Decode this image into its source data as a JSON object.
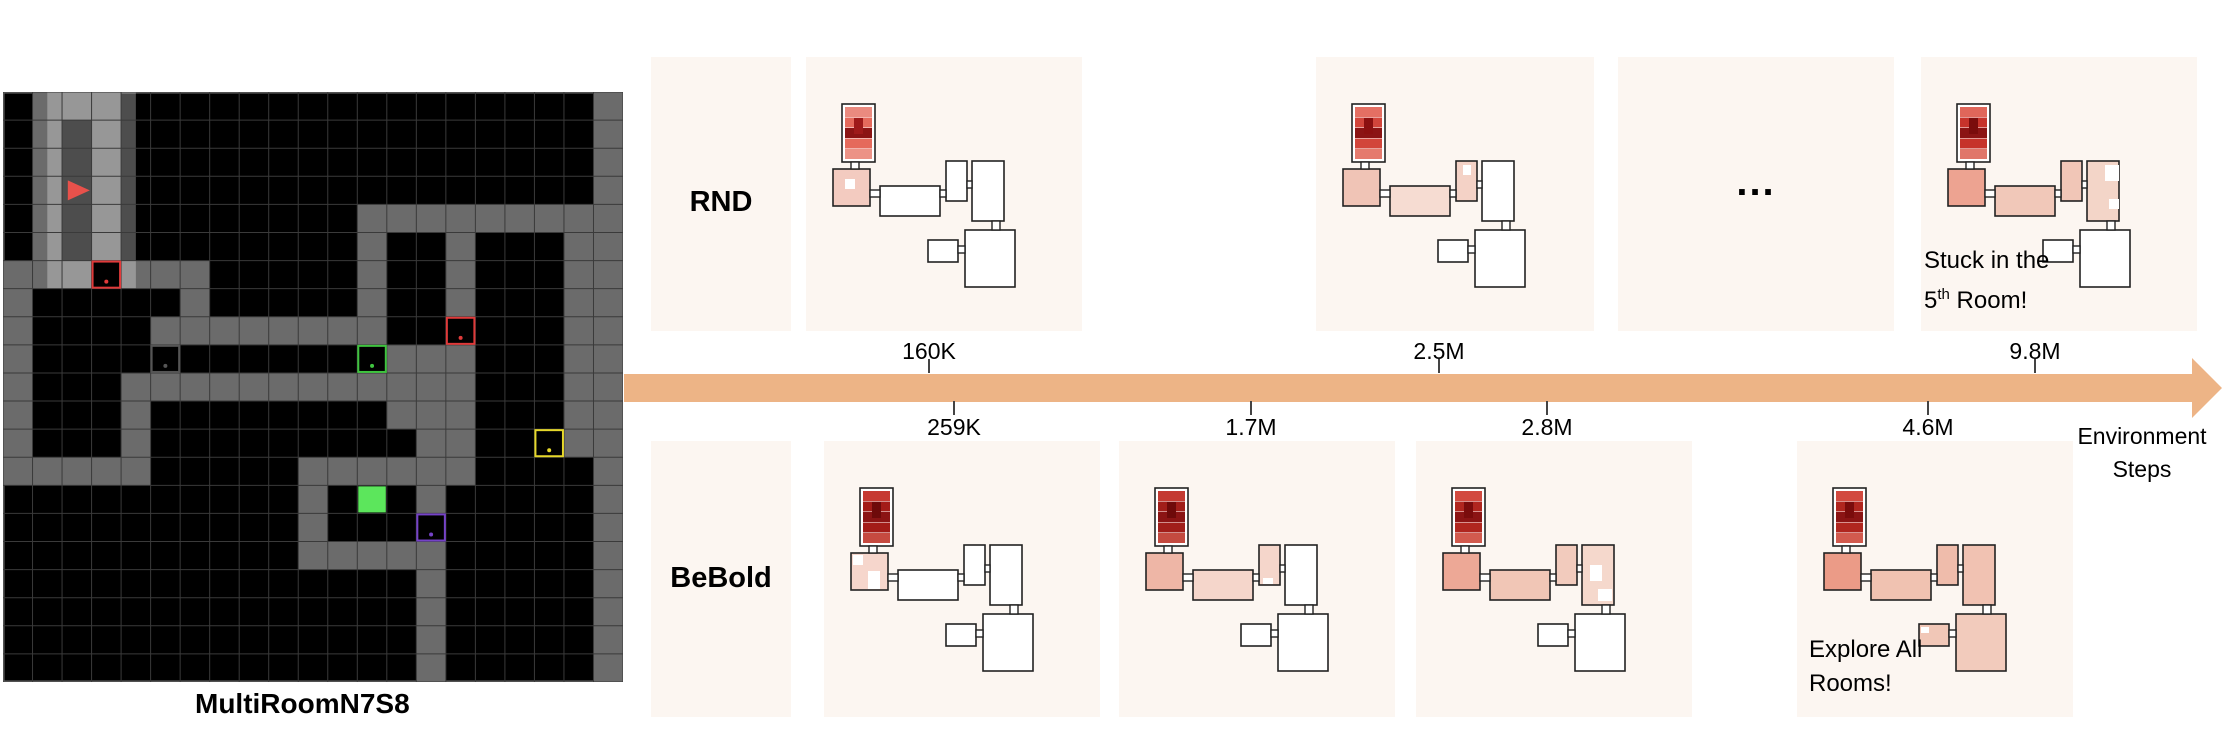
{
  "environment": {
    "title": "MultiRoomN7S8"
  },
  "methods": {
    "rnd_label": "RND",
    "bebold_label": "BeBold"
  },
  "timeline": {
    "axis_caption": "Environment\nSteps",
    "ellipsis": "...",
    "rnd_ticks": [
      "160K",
      "2.5M",
      "9.8M"
    ],
    "bebold_ticks": [
      "259K",
      "1.7M",
      "2.8M",
      "4.6M"
    ]
  },
  "annotations": {
    "rnd_stuck_line1": "Stuck in the",
    "rnd_stuck_line2_base": "5",
    "rnd_stuck_line2_sup": "th",
    "rnd_stuck_line2_rest": " Room!",
    "bebold_explore_line1": "Explore All",
    "bebold_explore_line2": "Rooms!"
  },
  "colors": {
    "arrow": "#edb486",
    "panel_background": "#fcf6f1",
    "wall": "#6b6b6b",
    "floor": "#000000",
    "agent": "#e8514b",
    "goal": "#5ce65c",
    "door_red": "#e03a3a",
    "door_grey": "#555555",
    "door_green": "#3fc43f",
    "door_yellow": "#e6d82b",
    "door_purple": "#7542c8"
  },
  "icons": {
    "agent": "agent-triangle-icon",
    "goal": "goal-square-icon"
  }
}
